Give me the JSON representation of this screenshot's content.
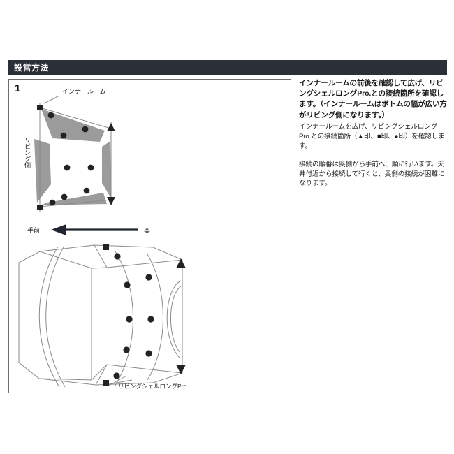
{
  "header": {
    "title": "設営方法"
  },
  "panel": {
    "step_number": "1",
    "labels": {
      "inner_room": "インナールーム",
      "living_side": "リビング側",
      "front": "手前",
      "back": "奥",
      "product_name": "リビングシェルロングPro."
    }
  },
  "instructions": {
    "bold_text": "インナールームの前後を確認して広げ、リビングシェルロングPro.との接続箇所を確認します。（インナールームはボトムの幅が広い方がリビング側になります。）",
    "body_text_1": "インナールームを広げ、リビングシェルロングPro.との接続箇所（▲印、■印、●印）を確認します。",
    "body_text_2": "接続の順番は奥側から手前へ、順に行います。天井付近から接続して行くと、奥側の接続が困難になります。"
  },
  "colors": {
    "header_background": "#2b2f38",
    "header_text": "#ffffff",
    "panel_border": "#6e6e6e",
    "diagram_line": "#8a8a8a",
    "diagram_shade": "#9b9b9b",
    "marker_fill": "#232323",
    "arrow_fill": "#1f2430",
    "page_background": "#ffffff"
  }
}
